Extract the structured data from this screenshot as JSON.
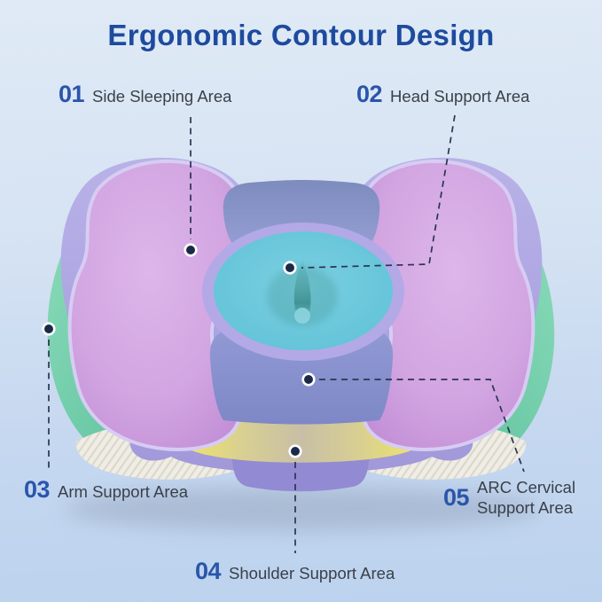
{
  "title": "Ergonomic Contour Design",
  "labels": [
    {
      "number": "01",
      "text": "Side Sleeping Area"
    },
    {
      "number": "02",
      "text": "Head Support Area"
    },
    {
      "number": "03",
      "text": "Arm Support Area"
    },
    {
      "number": "04",
      "text": "Shoulder Support Area"
    },
    {
      "number": "05",
      "text": "ARC Cervical",
      "text2": "Support Area"
    }
  ],
  "palette": {
    "background_top": "#e0eaf6",
    "background_bottom": "#bcd2ee",
    "title_blue": "#1d4b9e",
    "number_blue": "#2a55ab",
    "label_text": "#3a4049",
    "callout_line": "#2a3550",
    "callout_dot": "#1c2a4a",
    "pillow_lobe_pink": "#cfa0de",
    "pillow_base_lavender": "#aea7e0",
    "inner_panel_blue": "#8a93ce",
    "center_teal": "#67c5da",
    "arm_green": "#6fcaa9",
    "shoulder_band_yellow": "#f2e766",
    "fabric_white": "#efede6"
  }
}
